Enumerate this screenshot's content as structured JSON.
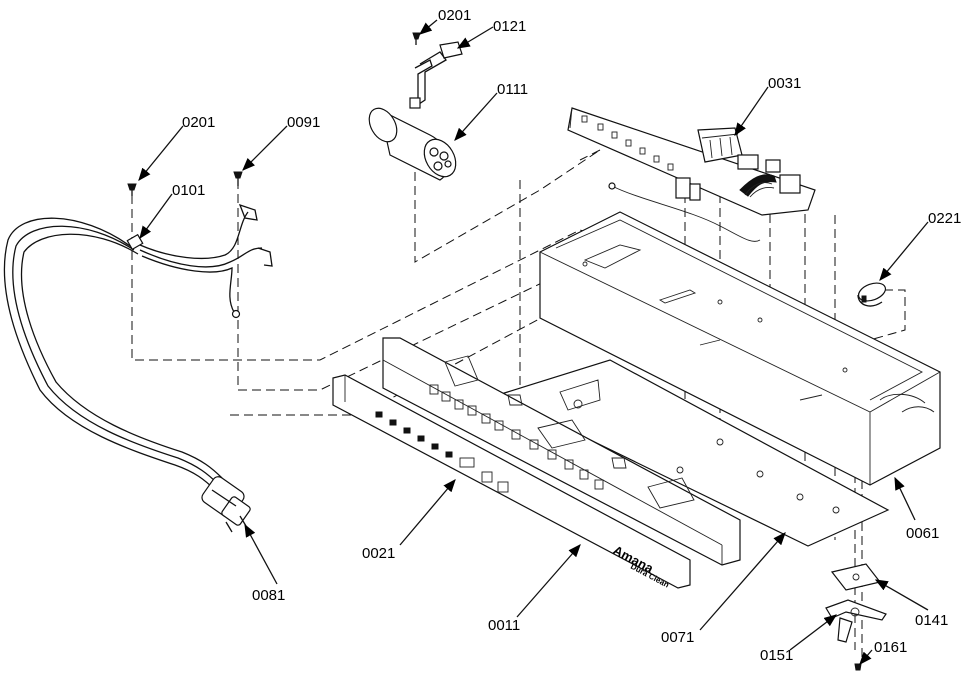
{
  "labels": {
    "p0201a": "0201",
    "p0121": "0121",
    "p0111": "0111",
    "p0031": "0031",
    "p0201b": "0201",
    "p0091": "0091",
    "p0101": "0101",
    "p0221": "0221",
    "p0061": "0061",
    "p0021": "0021",
    "p0081": "0081",
    "p0011": "0011",
    "p0071": "0071",
    "p0141": "0141",
    "p0151": "0151",
    "p0161": "0161"
  },
  "panel_brand": "Amana",
  "panel_brand_sub": "Dura Clean"
}
